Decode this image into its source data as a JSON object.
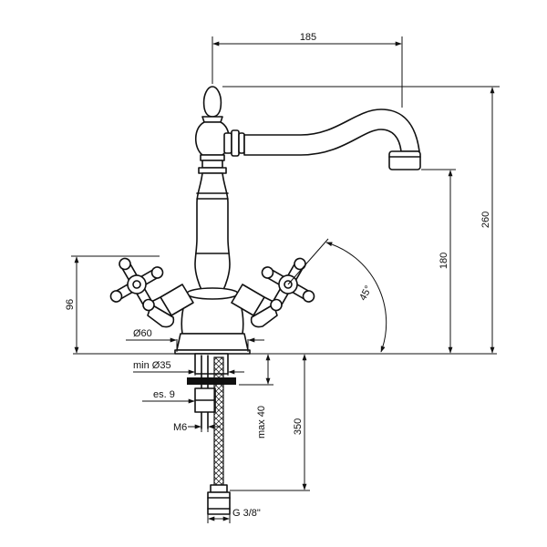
{
  "dimensions": {
    "spout_reach": "185",
    "total_height": "260",
    "spout_height": "180",
    "handle_height": "96",
    "handle_angle": "45°",
    "base_diameter": "Ø60",
    "hole_diameter": "min Ø35",
    "thickness": "es. 9",
    "deck_thickness": "max 40",
    "hose_length": "350",
    "thread": "M6",
    "connection": "G 3/8\""
  },
  "colors": {
    "stroke": "#111111",
    "background": "#ffffff"
  }
}
